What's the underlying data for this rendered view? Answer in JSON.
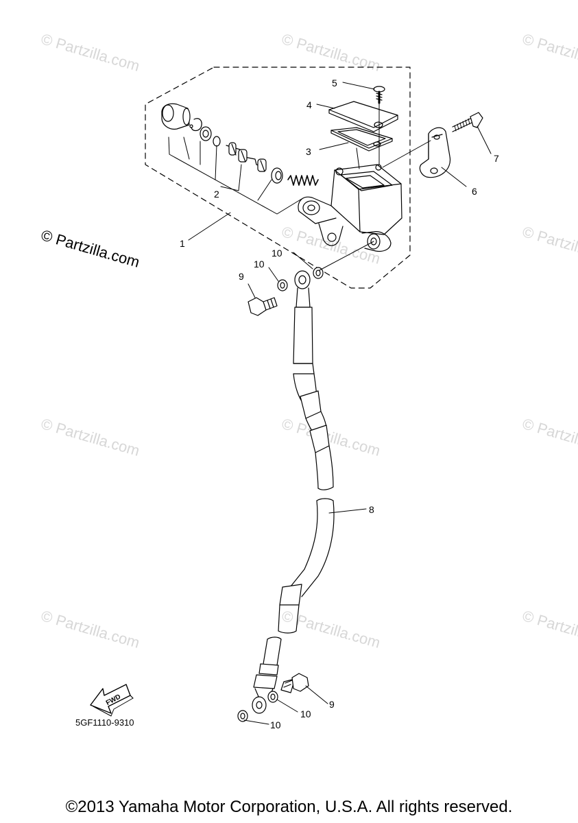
{
  "watermark": {
    "text": "© Partzilla.com",
    "symbol": "©",
    "brand": "Partzilla.com"
  },
  "callouts": {
    "c1": "1",
    "c2": "2",
    "c3": "3",
    "c4": "4",
    "c5": "5",
    "c6": "6",
    "c7": "7",
    "c8": "8",
    "c9a": "9",
    "c9b": "9",
    "c10a": "10",
    "c10b": "10",
    "c10c": "10",
    "c10d": "10"
  },
  "fwd_label": "FWD",
  "diagram_code": "5GF1110-9310",
  "copyright": "©2013 Yamaha Motor Corporation, U.S.A. All rights reserved.",
  "colors": {
    "line": "#000000",
    "watermark": "#d7d7d7",
    "background": "#ffffff"
  }
}
